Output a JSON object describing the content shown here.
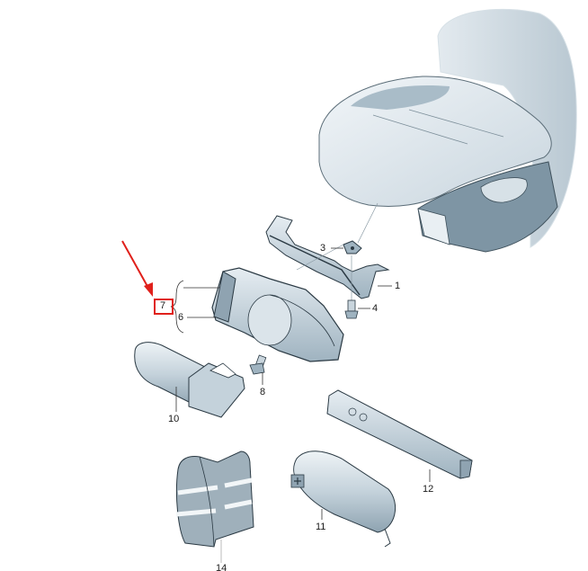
{
  "diagram": {
    "type": "exploded-parts-diagram",
    "subject": "Vehicle seat with underseat tray and accessories",
    "highlight_color": "#e0201b",
    "part_fill": "#c9d5dd",
    "part_dark": "#8fa3b1",
    "part_stroke": "#2b3a44",
    "highlighted_part": "7",
    "parts": [
      {
        "id": "seat",
        "label": "",
        "name": "seat"
      },
      {
        "id": "p1",
        "label": "1",
        "name": "bracket"
      },
      {
        "id": "p3",
        "label": "3",
        "name": "clip-nut"
      },
      {
        "id": "p4",
        "label": "4",
        "name": "bolt"
      },
      {
        "id": "p6",
        "label": "6",
        "name": "storage-tray"
      },
      {
        "id": "p7",
        "label": "7",
        "name": "storage-tray-assembly"
      },
      {
        "id": "p8",
        "label": "8",
        "name": "bolt"
      },
      {
        "id": "p10",
        "label": "10",
        "name": "fire-extinguisher-holder"
      },
      {
        "id": "p11",
        "label": "11",
        "name": "first-aid-kit"
      },
      {
        "id": "p12",
        "label": "12",
        "name": "warning-triangle-case"
      },
      {
        "id": "p14",
        "label": "14",
        "name": "safety-vest"
      }
    ]
  }
}
